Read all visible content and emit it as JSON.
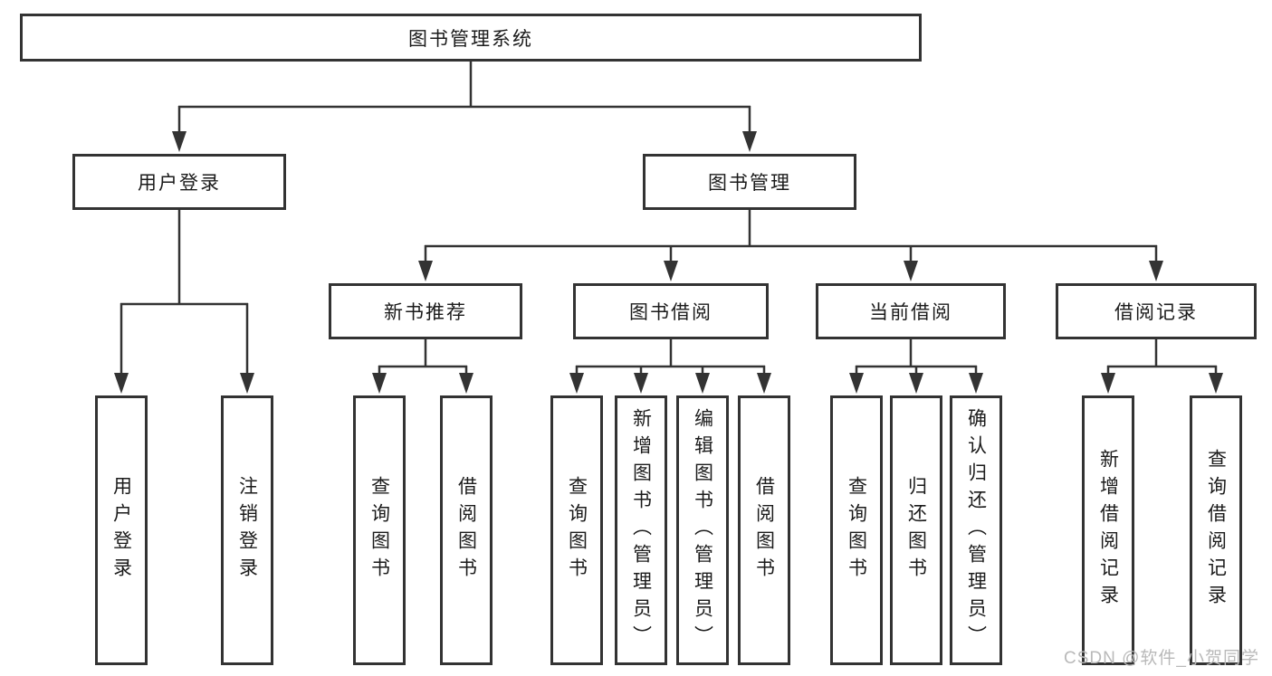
{
  "tree": {
    "root": {
      "label": "图书管理系统"
    },
    "level2": [
      {
        "label": "用户登录",
        "leaves": [
          {
            "label": "用户登录"
          },
          {
            "label": "注销登录"
          }
        ]
      },
      {
        "label": "图书管理",
        "groups": [
          {
            "label": "新书推荐",
            "leaves": [
              {
                "label": "查询图书"
              },
              {
                "label": "借阅图书"
              }
            ]
          },
          {
            "label": "图书借阅",
            "leaves": [
              {
                "label": "查询图书"
              },
              {
                "label": "新增图书（管理员）"
              },
              {
                "label": "编辑图书（管理员）"
              },
              {
                "label": "借阅图书"
              }
            ]
          },
          {
            "label": "当前借阅",
            "leaves": [
              {
                "label": "查询图书"
              },
              {
                "label": "归还图书"
              },
              {
                "label": "确认归还（管理员）"
              }
            ]
          },
          {
            "label": "借阅记录",
            "leaves": [
              {
                "label": "新增借阅记录"
              },
              {
                "label": "查询借阅记录"
              }
            ]
          }
        ]
      }
    ]
  },
  "watermark": {
    "text": "CSDN @软件_小贺同学"
  },
  "colors": {
    "line": "#333333",
    "box_border": "#333333",
    "box_fill": "#ffffff",
    "text": "#1b1b1b",
    "watermark": "#b9b9b9",
    "background": "#ffffff"
  }
}
